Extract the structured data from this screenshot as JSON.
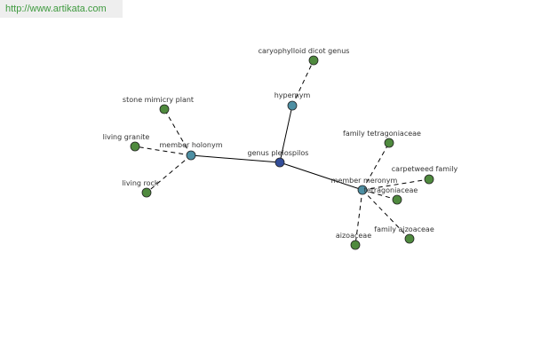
{
  "watermark": "http://www.artikata.com",
  "colors": {
    "center": "#334d99",
    "relation": "#4d8fa3",
    "leaf": "#4f8a3e"
  },
  "nodes": {
    "center": "genus pleiospilos",
    "hypernym": "hypernym",
    "hypernym_target": "caryophylloid dicot genus",
    "holonym": "member holonym",
    "holonym_stone": "stone mimicry plant",
    "holonym_granite": "living granite",
    "holonym_rock": "living rock",
    "meronym": "member meronym",
    "meronym_tetragoniaceae_family": "family tetragoniaceae",
    "meronym_carpetweed": "carpetweed family",
    "meronym_tetragoniaceae": "tetragoniaceae",
    "meronym_aizoaceae_family": "family aizoaceae",
    "meronym_aizoaceae": "aizoaceae"
  }
}
